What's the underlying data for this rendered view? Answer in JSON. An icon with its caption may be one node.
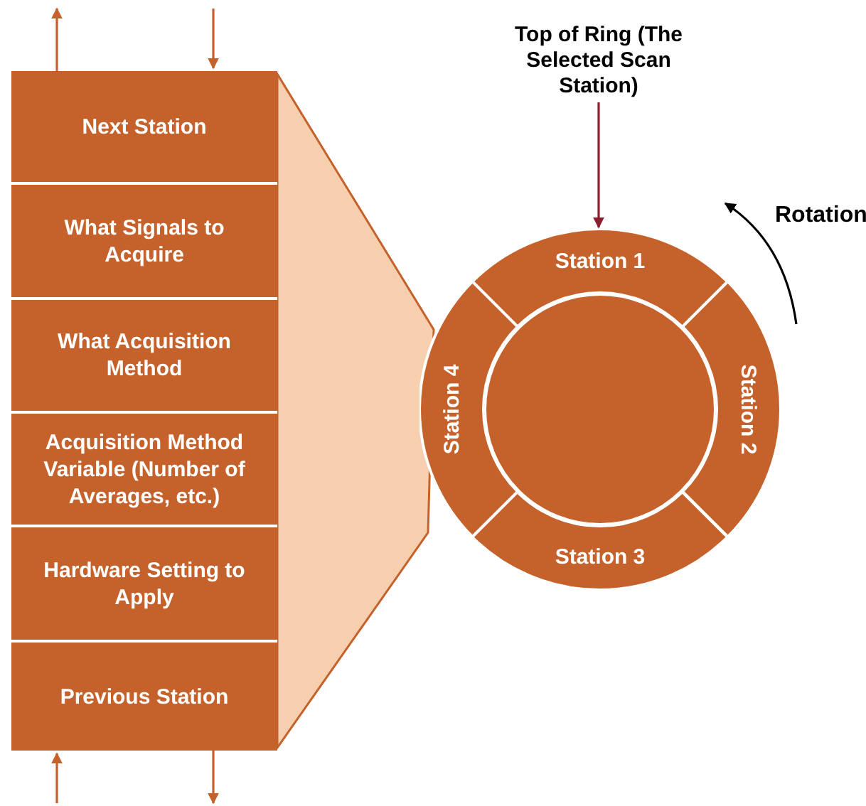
{
  "diagram": {
    "nodes": [
      {
        "text": [
          "Next Station"
        ]
      },
      {
        "text": [
          "What Signals to Acquire"
        ]
      },
      {
        "text": [
          "What Acquisition Method"
        ]
      },
      {
        "text": [
          "Acquisition Method Variable (Number of Averages, etc.)"
        ]
      },
      {
        "text": [
          "Hardware Setting to Apply"
        ]
      },
      {
        "text": [
          "Previous Station"
        ]
      },
      {
        "text": [
          "Top of Ring (The Selected Scan Station)"
        ]
      },
      {
        "text": [],
        "shape": "circle"
      },
      {
        "text": [
          "Station 1"
        ]
      },
      {
        "text": [
          "Station 2"
        ]
      },
      {
        "text": [
          "Station 3"
        ]
      },
      {
        "text": [
          "Station 4"
        ]
      },
      {
        "text": [],
        "shape": "trapezoid"
      }
    ],
    "edges": [
      {
        "from": 0,
        "to": null,
        "arrow": "to"
      },
      {
        "from": null,
        "to": 0,
        "arrow": "to"
      },
      {
        "from": null,
        "to": 5,
        "arrow": "to"
      },
      {
        "from": 5,
        "to": null,
        "arrow": "to"
      },
      {
        "from": 6,
        "to": 8,
        "arrow": "to",
        "color": "#8a2030"
      }
    ],
    "labels": [
      "Rotation"
    ]
  }
}
